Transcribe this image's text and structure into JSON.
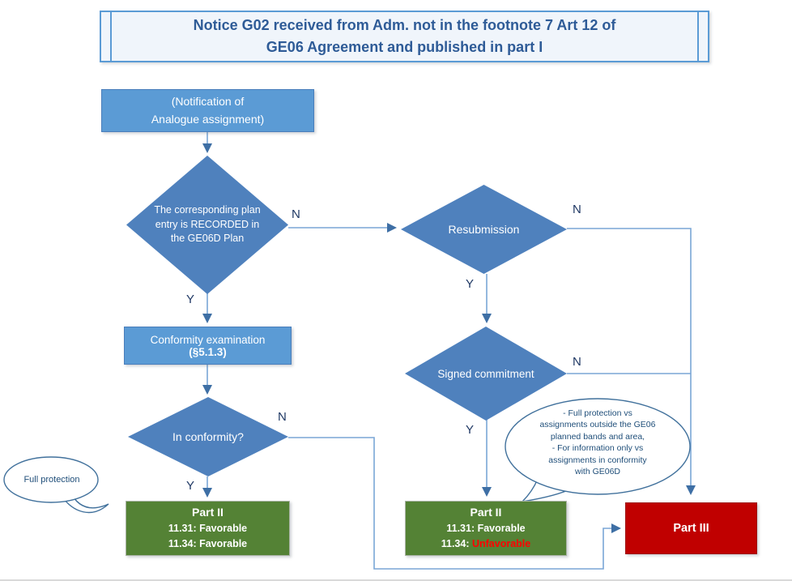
{
  "title": {
    "text": "Notice G02 received from Adm. not in the footnote 7 Art 12 of\nGE06 Agreement and published in part I"
  },
  "nodes": {
    "notification": {
      "text": "(Notification of\nAnalogue assignment)"
    },
    "recorded_check": {
      "text": "The corresponding plan\nentry is RECORDED in\nthe GE06D Plan"
    },
    "resubmission": {
      "label": "Resubmission"
    },
    "conformity_exam": {
      "line1": "Conformity examination",
      "line2": "(§5.1.3)"
    },
    "in_conformity": {
      "label": "In conformity?"
    },
    "signed_commitment": {
      "label": "Signed commitment"
    },
    "part2_left": {
      "title": "Part II",
      "row1": "11.31: Favorable",
      "row2": "11.34: Favorable"
    },
    "part2_mid": {
      "title": "Part II",
      "row1": "11.31: Favorable",
      "row2_prefix": "11.34: ",
      "row2_value": "Unfavorable"
    },
    "part3": {
      "label": "Part III"
    }
  },
  "edge_labels": {
    "recorded_n": "N",
    "recorded_y": "Y",
    "resubmission_n": "N",
    "resubmission_y": "Y",
    "signed_n": "N",
    "signed_y": "Y",
    "in_conformity_n": "N",
    "in_conformity_y": "Y"
  },
  "callouts": {
    "full_protection": {
      "text": "Full protection"
    },
    "protection_details": {
      "text": "- Full protection vs\nassignments outside the GE06\nplanned  bands and area,\n- For information only vs\nassignments in conformity\nwith GE06D"
    }
  },
  "colors": {
    "process_blue": "#5b9bd5",
    "decision_blue": "#4f81bd",
    "outcome_green": "#548235",
    "outcome_red": "#c00000",
    "unfavorable_text": "#ff0000",
    "connector_blue": "#7aa6d6",
    "arrowhead_blue": "#3e6fa5",
    "title_text": "#2e5b97"
  }
}
